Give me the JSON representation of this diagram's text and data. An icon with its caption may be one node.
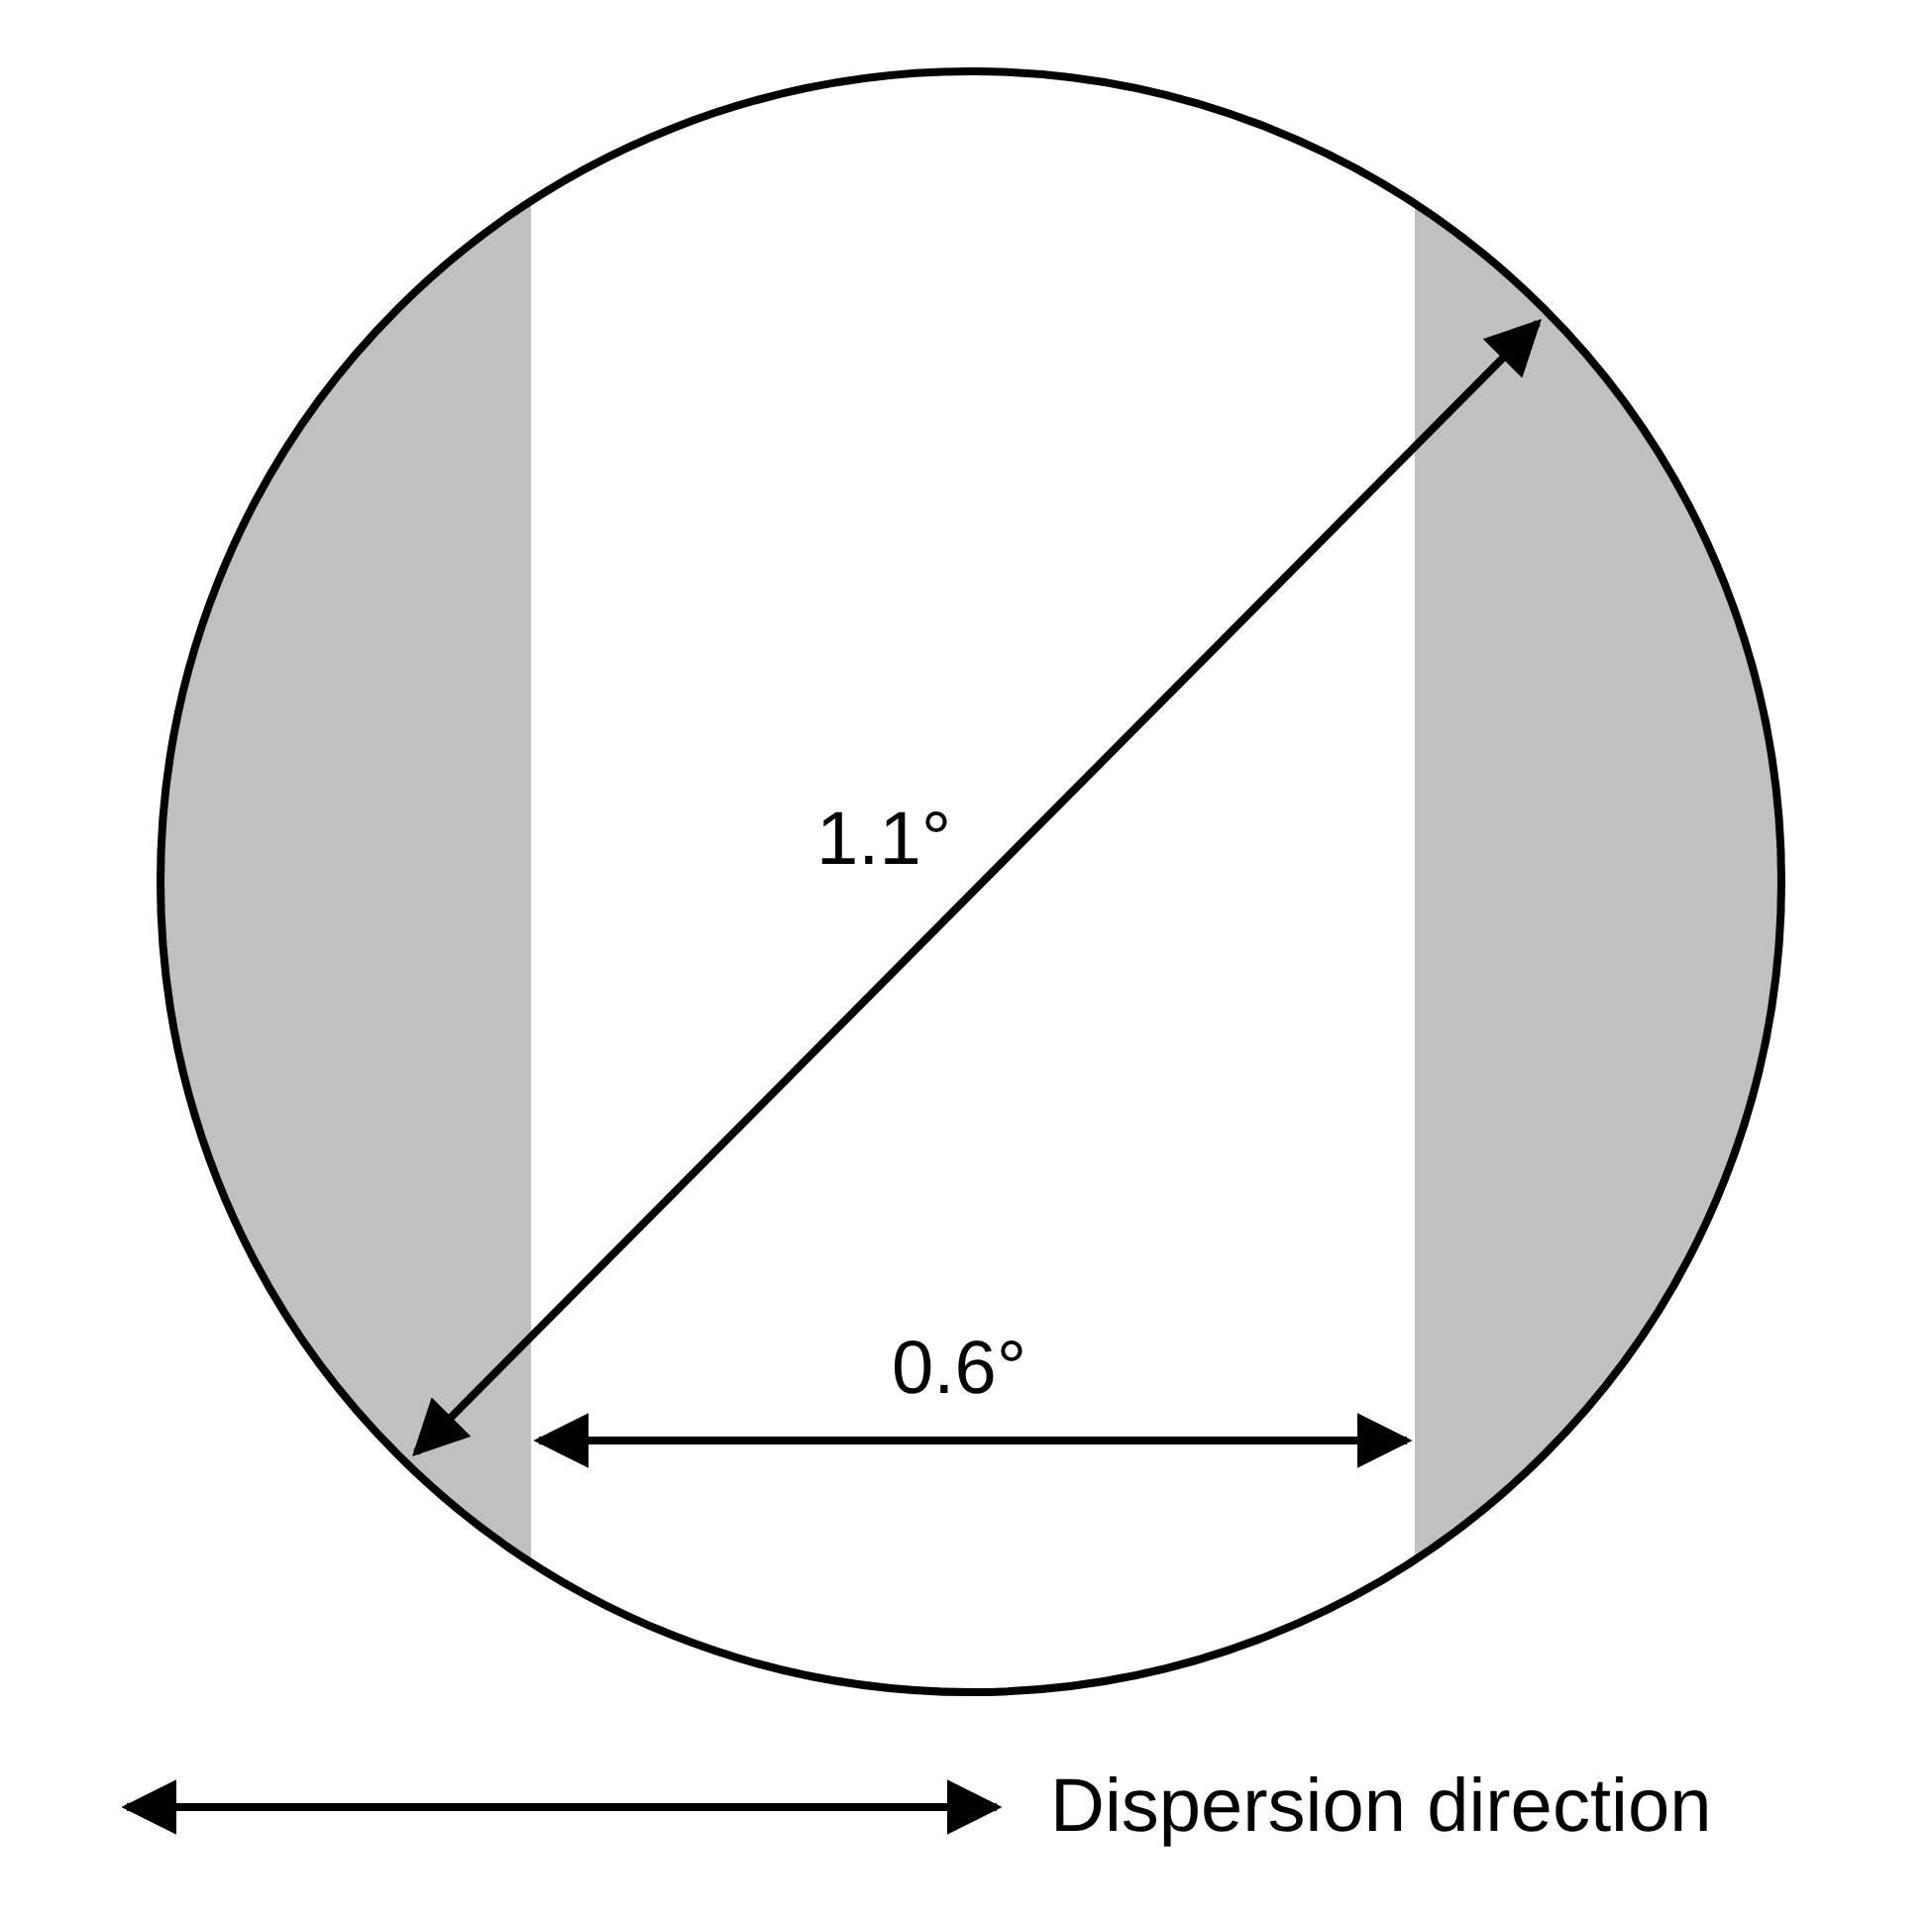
{
  "diagram": {
    "labels": [
      "1.1°",
      "0.6°",
      "Dispersion direction"
    ]
  }
}
